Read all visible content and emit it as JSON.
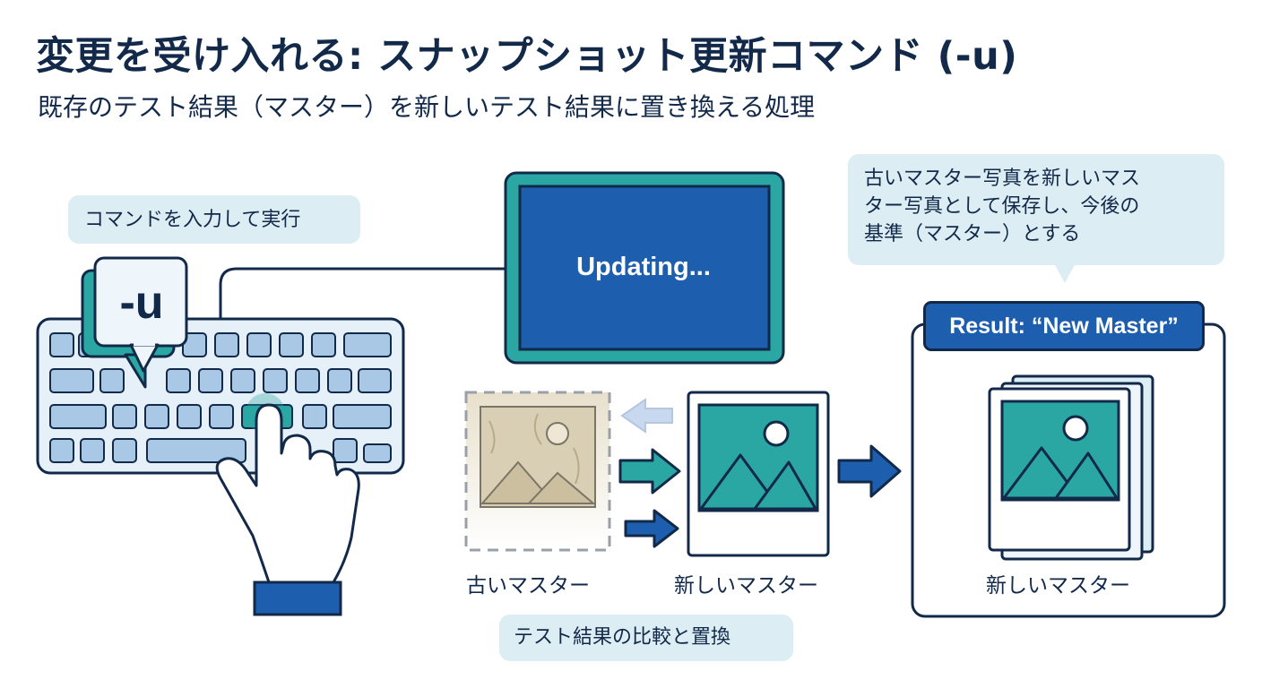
{
  "header": {
    "title": "変更を受け入れる: スナップショット更新コマンド (-u)",
    "subtitle": "既存のテスト結果（マスター）を新しいテスト結果に置き換える処理"
  },
  "command": {
    "bubble_text": "コマンドを入力して実行",
    "key_label": "-u"
  },
  "screen": {
    "status_text": "Updating..."
  },
  "comparison": {
    "old_label": "古いマスター",
    "new_label": "新しいマスター",
    "caption": "テスト結果の比較と置換"
  },
  "result": {
    "tab_label": "Result: “New Master”",
    "image_label": "新しいマスター",
    "note_lines": [
      "古いマスター写真を新しいマス",
      "ター写真として保存し、今後の",
      "基準（マスター）とする"
    ]
  },
  "colors": {
    "navy": "#12294a",
    "blue": "#1d5fae",
    "teal": "#2aa7a3",
    "light_blue": "#dcedf4",
    "key_blue": "#a9c8e6",
    "sepia": "#d9cfb4"
  }
}
